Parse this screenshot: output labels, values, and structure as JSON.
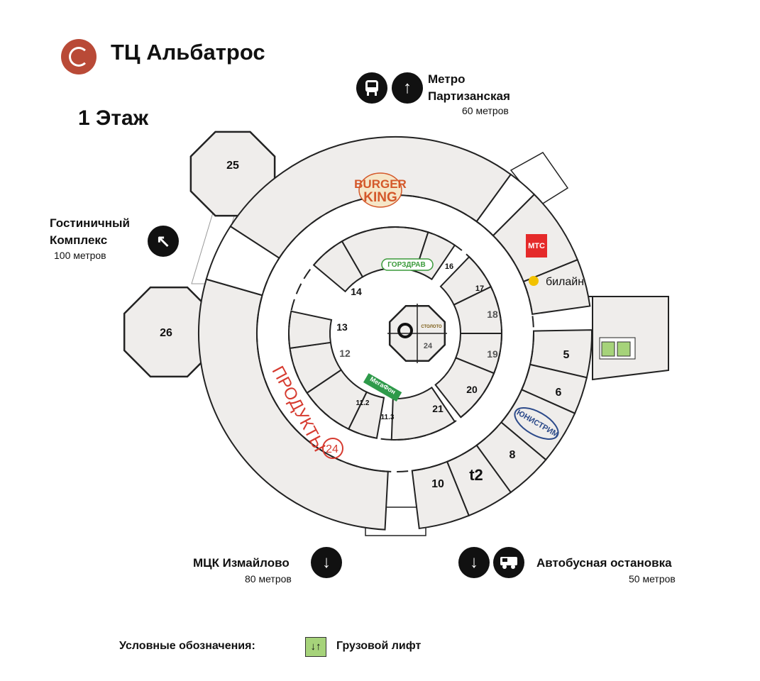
{
  "header": {
    "title": "ТЦ Альбатрос",
    "floor": "1 Этаж"
  },
  "directions": {
    "metro": {
      "name1": "Метро",
      "name2": "Партизанская",
      "distance": "60 метров"
    },
    "hotel": {
      "name1": "Гостиничный",
      "name2": "Комплекс",
      "distance": "100 метров"
    },
    "mcc": {
      "name": "МЦК Измайлово",
      "distance": "80 метров"
    },
    "bus": {
      "name": "Автобусная остановка",
      "distance": "50 метров"
    }
  },
  "legend": {
    "label": "Условные обозначения:",
    "freight_lift": "Грузовой лифт"
  },
  "stores": {
    "burger_king_1": "BURGER",
    "burger_king_2": "KING",
    "mts": "МТС",
    "beeline": "билайн",
    "gorzdrav": "ГОРЗДРАВ",
    "megafon": "МегаФон",
    "unistream": "ЮНИСТРИМ",
    "t2": "t2",
    "produkty": "ПРОДУКТЫ",
    "produkty_num": "24",
    "stoloto": "СТОЛОТО",
    "r25": "25",
    "r26": "26",
    "r5": "5",
    "r6": "6",
    "r8": "8",
    "r10": "10",
    "r11_2": "11.2",
    "r11_3": "11.3",
    "r12": "12",
    "r13": "13",
    "r14": "14",
    "r16": "16",
    "r17": "17",
    "r18": "18",
    "r19": "19",
    "r20": "20",
    "r21": "21",
    "r24": "24"
  },
  "colors": {
    "brand": "#b94a37",
    "room": "#efedeb",
    "lift": "#a6d37a",
    "red": "#d63a2f"
  }
}
